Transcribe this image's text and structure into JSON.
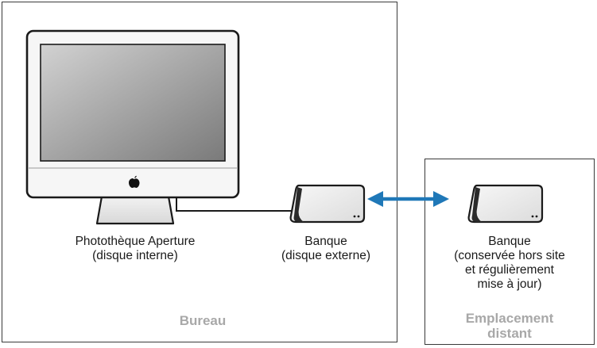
{
  "locations": {
    "office": {
      "label": "Bureau",
      "computer": {
        "line1": "Photothèque Aperture",
        "line2": "(disque interne)"
      },
      "vault": {
        "line1": "Banque",
        "line2": "(disque externe)"
      }
    },
    "remote": {
      "label_line1": "Emplacement",
      "label_line2": "distant",
      "vault": {
        "line1": "Banque",
        "line2": "(conservée hors site",
        "line3": "et régulièrement",
        "line4": "mise à jour)"
      }
    }
  },
  "icons": {
    "computer": "imac-icon",
    "drive": "external-drive-icon",
    "sync": "double-arrow-icon",
    "logo": "apple-logo-icon"
  },
  "colors": {
    "arrow": "#1f78b8",
    "zone_label": "#a8a8a8"
  }
}
